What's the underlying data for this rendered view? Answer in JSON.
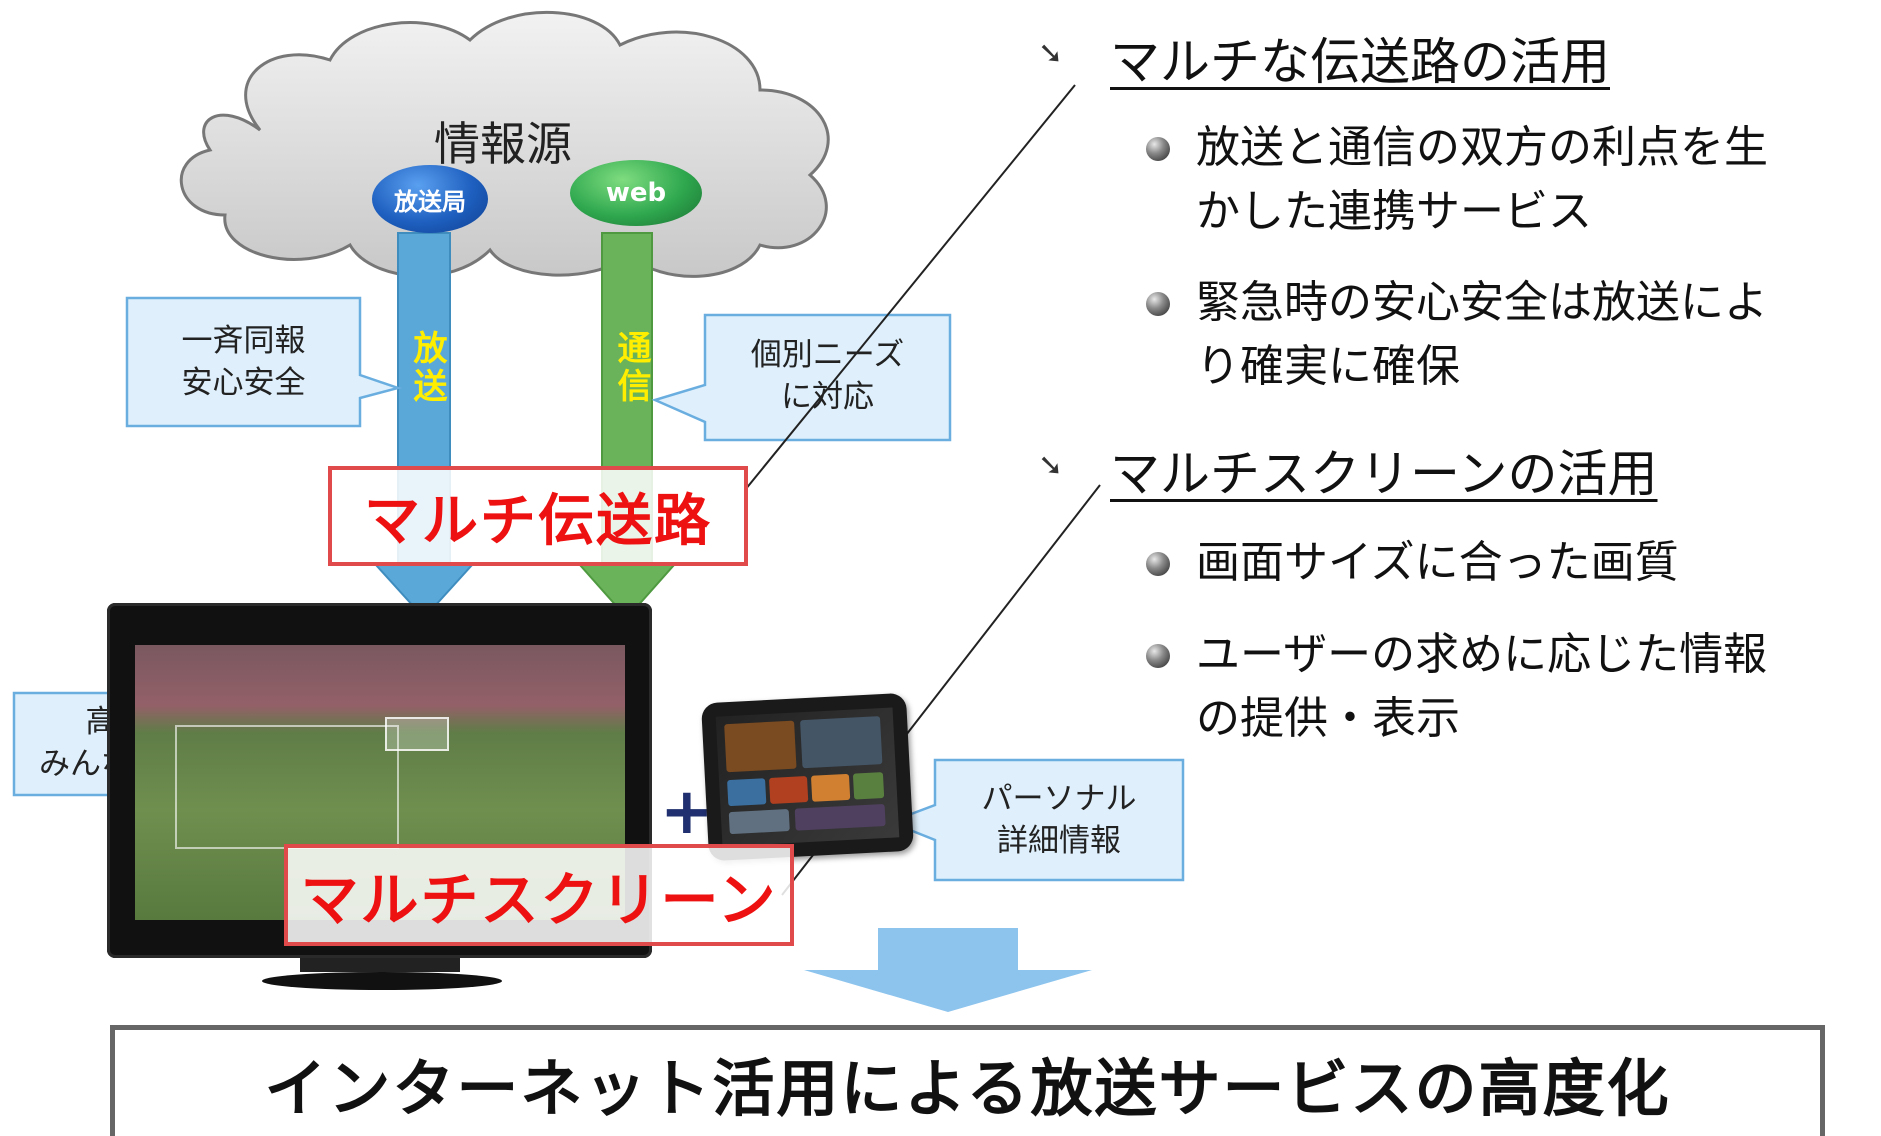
{
  "cloud": {
    "label": "情報源",
    "broadcaster_label": "放送局",
    "web_label": "web"
  },
  "arrows": {
    "broadcast_label": "放送",
    "communication_label": "通信"
  },
  "callouts": {
    "left_top": [
      "一斉同報",
      "安心安全"
    ],
    "right_top": [
      "個別ニーズ",
      "に対応"
    ],
    "left_bottom": [
      "高画質",
      "みんなで視聴"
    ],
    "right_bottom": [
      "パーソナル",
      "詳細情報"
    ]
  },
  "labels": {
    "multi_path": "マルチ伝送路",
    "multi_screen": "マルチスクリーン",
    "plus": "+"
  },
  "right_panel": {
    "section1": {
      "heading": "マルチな伝送路の活用",
      "bullets": [
        [
          "放送と通信の双方の利点を生",
          "かした連携サービス"
        ],
        [
          "緊急時の安心安全は放送によ",
          "り確実に確保"
        ]
      ]
    },
    "section2": {
      "heading": "マルチスクリーンの活用",
      "bullets": [
        [
          "画面サイズに合った画質"
        ],
        [
          "ユーザーの求めに応じた情報",
          "の提供・表示"
        ]
      ]
    }
  },
  "conclusion": "インターネット活用による放送サービスの高度化",
  "colors": {
    "broadcast_arrow": "#5aa8d8",
    "communication_arrow": "#6ab35a",
    "callout_fill": "#dff0fc",
    "callout_border": "#6aaee0",
    "highlight_red": "#ee1111",
    "big_arrow": "#8cc4ee"
  },
  "icons": {
    "heading_marker": "down-right-arrow-icon",
    "bullet_marker": "sphere-bullet-icon"
  }
}
